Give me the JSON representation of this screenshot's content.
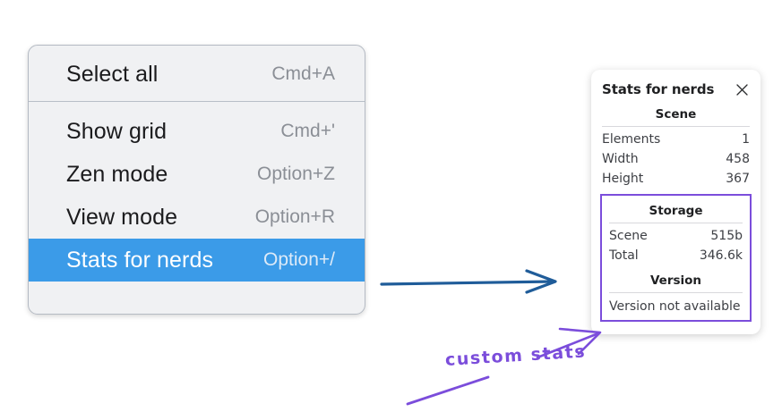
{
  "context_menu": {
    "groups": [
      {
        "items": [
          {
            "label": "Select all",
            "shortcut": "Cmd+A",
            "selected": false
          }
        ]
      },
      {
        "items": [
          {
            "label": "Show grid",
            "shortcut": "Cmd+'",
            "selected": false
          },
          {
            "label": "Zen mode",
            "shortcut": "Option+Z",
            "selected": false
          },
          {
            "label": "View mode",
            "shortcut": "Option+R",
            "selected": false
          },
          {
            "label": "Stats for nerds",
            "shortcut": "Option+/",
            "selected": true
          }
        ]
      }
    ],
    "highlight_color": "#3b9be8"
  },
  "stats_panel": {
    "title": "Stats for nerds",
    "close_icon": "close-icon",
    "scene": {
      "title": "Scene",
      "rows": [
        {
          "label": "Elements",
          "value": "1"
        },
        {
          "label": "Width",
          "value": "458"
        },
        {
          "label": "Height",
          "value": "367"
        }
      ]
    },
    "storage": {
      "title": "Storage",
      "rows": [
        {
          "label": "Scene",
          "value": "515b"
        },
        {
          "label": "Total",
          "value": "346.6k"
        }
      ]
    },
    "version": {
      "title": "Version",
      "note": "Version not available"
    },
    "highlight_color": "#7b4ddb"
  },
  "annotations": {
    "label": "custom stats",
    "label_color": "#7b4ddb",
    "pointer_arrow_color": "#1f5c99"
  }
}
